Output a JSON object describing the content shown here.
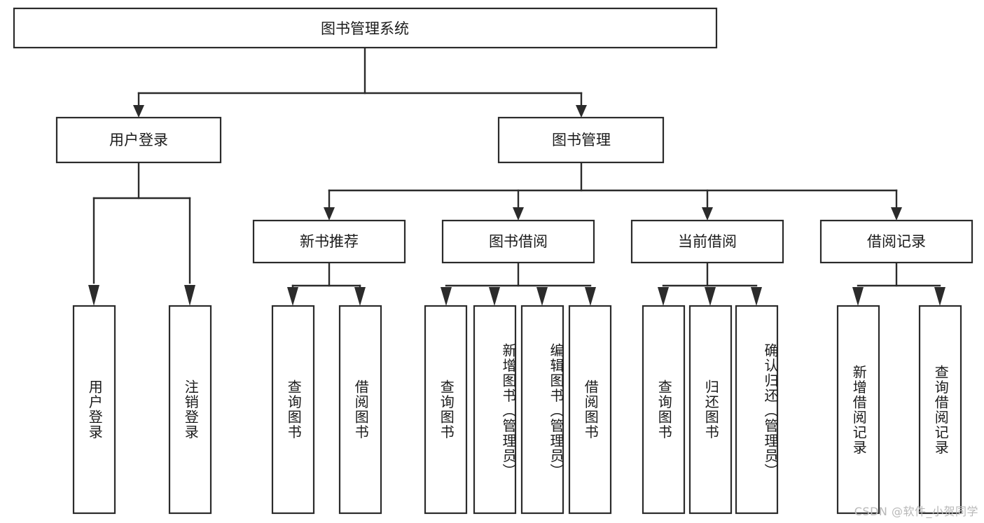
{
  "diagram": {
    "type": "hierarchy-tree",
    "title": "图书管理系统",
    "watermark": "CSDN @软件_小贺同学",
    "root": {
      "label": "图书管理系统"
    },
    "level2": [
      {
        "label": "用户登录"
      },
      {
        "label": "图书管理"
      }
    ],
    "level3": [
      {
        "label": "新书推荐"
      },
      {
        "label": "图书借阅"
      },
      {
        "label": "当前借阅"
      },
      {
        "label": "借阅记录"
      }
    ],
    "leaves_user_login": [
      {
        "label": "用户登录"
      },
      {
        "label": "注销登录"
      }
    ],
    "leaves_new_books": [
      {
        "label": "查询图书"
      },
      {
        "label": "借阅图书"
      }
    ],
    "leaves_borrow_books": [
      {
        "label": "查询图书"
      },
      {
        "label": "新增图书（管理员）"
      },
      {
        "label": "编辑图书（管理员）"
      },
      {
        "label": "借阅图书"
      }
    ],
    "leaves_current_borrow": [
      {
        "label": "查询图书"
      },
      {
        "label": "归还图书"
      },
      {
        "label": "确认归还（管理员）"
      }
    ],
    "leaves_borrow_records": [
      {
        "label": "新增借阅记录"
      },
      {
        "label": "查询借阅记录"
      }
    ],
    "colors": {
      "stroke": "#2b2b2b",
      "fill": "#ffffff",
      "text": "#1a1a1a",
      "watermark": "#b8b8b8"
    }
  }
}
